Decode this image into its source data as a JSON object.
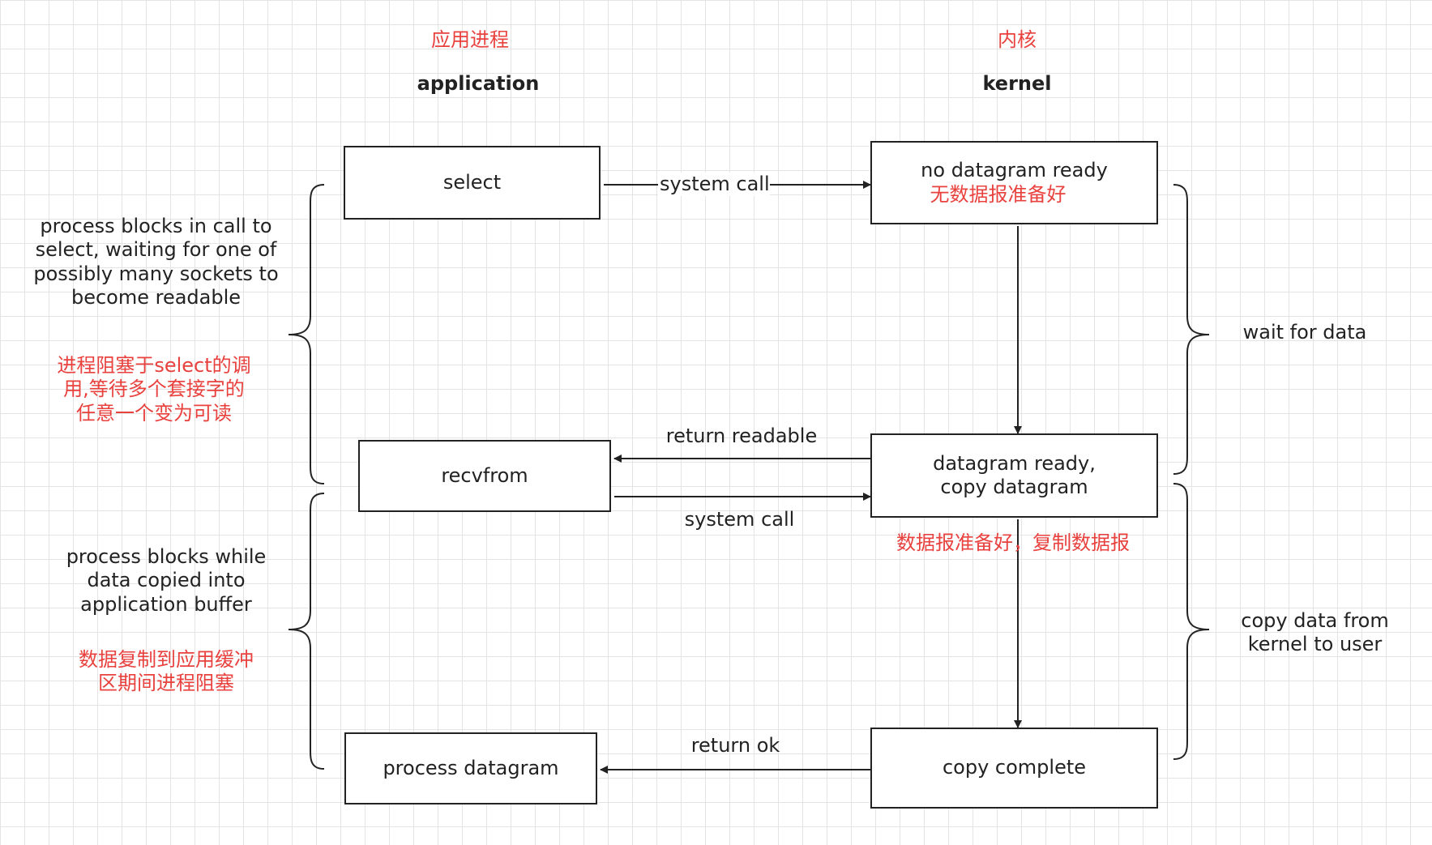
{
  "headers": {
    "application_cn": "应用进程",
    "application_en": "application",
    "kernel_cn": "内核",
    "kernel_en": "kernel"
  },
  "nodes": {
    "select": "select",
    "recvfrom": "recvfrom",
    "process_datagram": "process datagram",
    "no_datagram_ready": "no datagram ready",
    "no_datagram_ready_cn": "无数据报准备好",
    "datagram_ready_line1": "datagram ready,",
    "datagram_ready_line2": "copy datagram",
    "datagram_ready_cn": "数据报准备好，复制数据报",
    "copy_complete": "copy complete"
  },
  "edges": {
    "system_call_1": "system call",
    "return_readable": "return readable",
    "system_call_2": "system call",
    "return_ok": "return ok"
  },
  "left_notes": {
    "select_block_en_1": "process blocks in call to",
    "select_block_en_2": "select, waiting for one of",
    "select_block_en_3": "possibly many sockets to",
    "select_block_en_4": "become readable",
    "select_block_cn_1": "进程阻塞于select的调",
    "select_block_cn_2": "用,等待多个套接字的",
    "select_block_cn_3": "任意一个变为可读",
    "copy_block_en_1": "process blocks while",
    "copy_block_en_2": "data copied into",
    "copy_block_en_3": "application buffer",
    "copy_block_cn_1": "数据复制到应用缓冲",
    "copy_block_cn_2": "区期间进程阻塞"
  },
  "right_notes": {
    "wait_for_data": "wait for data",
    "copy_data_1": "copy data from",
    "copy_data_2": "kernel to user"
  }
}
